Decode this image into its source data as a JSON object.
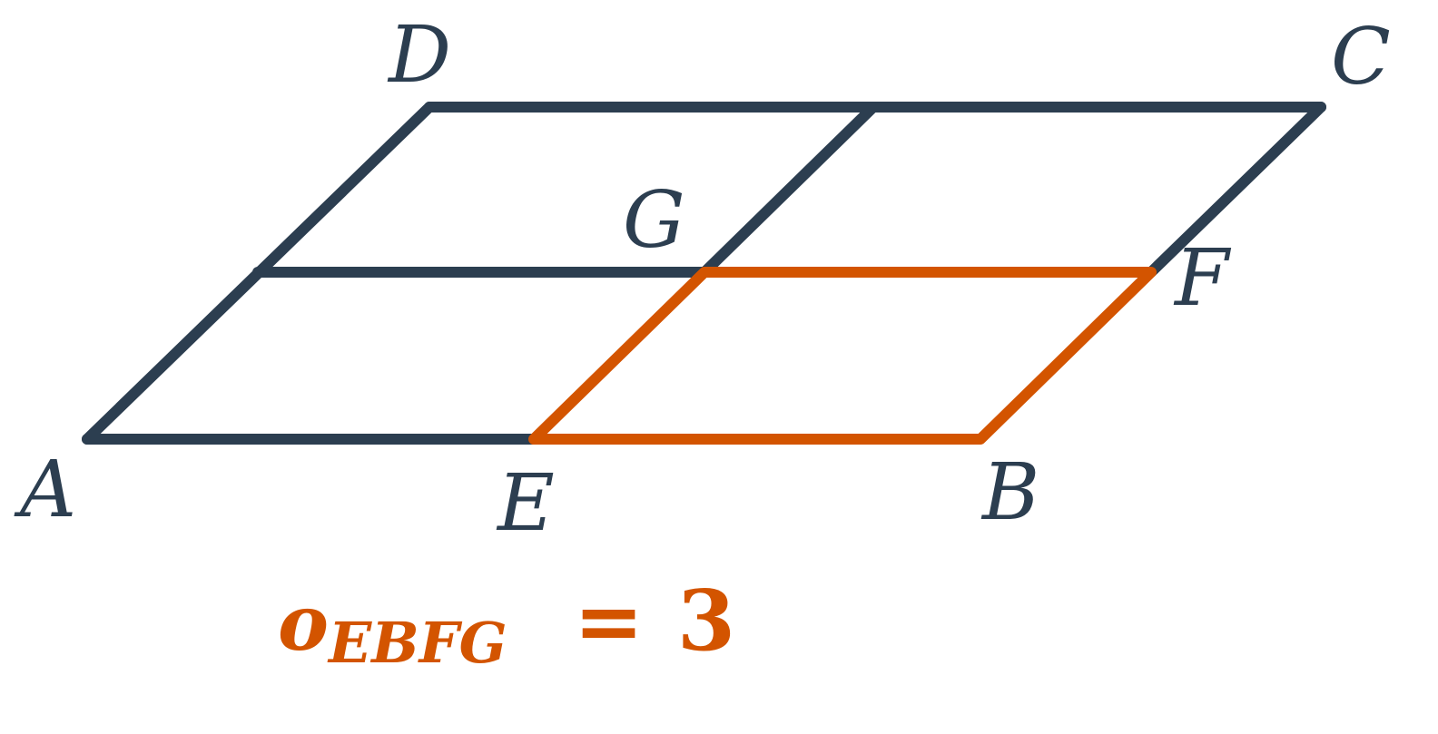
{
  "colors": {
    "frame": "#2c3e50",
    "highlight": "#d35400"
  },
  "points": {
    "A": "A",
    "B": "B",
    "C": "C",
    "D": "D",
    "E": "E",
    "F": "F",
    "G": "G"
  },
  "formula": {
    "variable": "o",
    "subscript": "EBFG",
    "equals": "=",
    "value": "3"
  }
}
